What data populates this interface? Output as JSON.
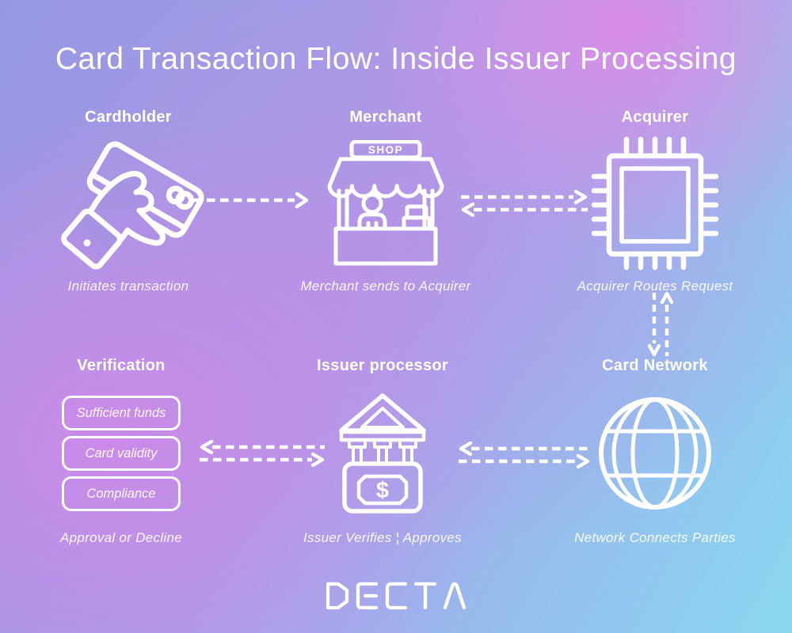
{
  "title": "Card Transaction Flow: Inside Issuer Processing",
  "brand": {
    "name": "DECTA"
  },
  "colors": {
    "foreground": "#ffffff",
    "background_top_left": "#9697e1",
    "background_pink": "#d28ce6",
    "background_bottom_right": "#8ad8f1"
  },
  "nodes": {
    "cardholder": {
      "label": "Cardholder",
      "caption": "Initiates transaction",
      "icon": "hand-holding-card-icon"
    },
    "merchant": {
      "label": "Merchant",
      "caption": "Merchant sends to Acquirer",
      "icon": "shop-stall-icon",
      "sign_text": "SHOP"
    },
    "acquirer": {
      "label": "Acquirer",
      "caption": "Acquirer Routes Request",
      "icon": "processor-chip-icon"
    },
    "verification": {
      "label": "Verification",
      "caption": "Approval or Decline",
      "checks": [
        "Sufficient funds",
        "Card validity",
        "Compliance"
      ]
    },
    "issuer_processor": {
      "label": "Issuer processor",
      "caption": "Issuer Verifies ¦ Approves",
      "icon": "bank-money-icon",
      "currency_symbol": "$"
    },
    "card_network": {
      "label": "Card Network",
      "caption": "Network Connects Parties",
      "icon": "globe-icon"
    }
  },
  "flows": [
    {
      "from": "Cardholder",
      "to": "Merchant",
      "style": "single-dashed-arrow-right"
    },
    {
      "from": "Merchant",
      "to": "Acquirer",
      "style": "double-dashed-arrows-both-directions"
    },
    {
      "from": "Acquirer",
      "to": "Card Network",
      "style": "double-dashed-arrows-both-directions-vertical"
    },
    {
      "from": "Card Network",
      "to": "Issuer processor",
      "style": "double-dashed-arrows-both-directions"
    },
    {
      "from": "Issuer processor",
      "to": "Verification",
      "style": "double-dashed-arrows-both-directions"
    }
  ]
}
